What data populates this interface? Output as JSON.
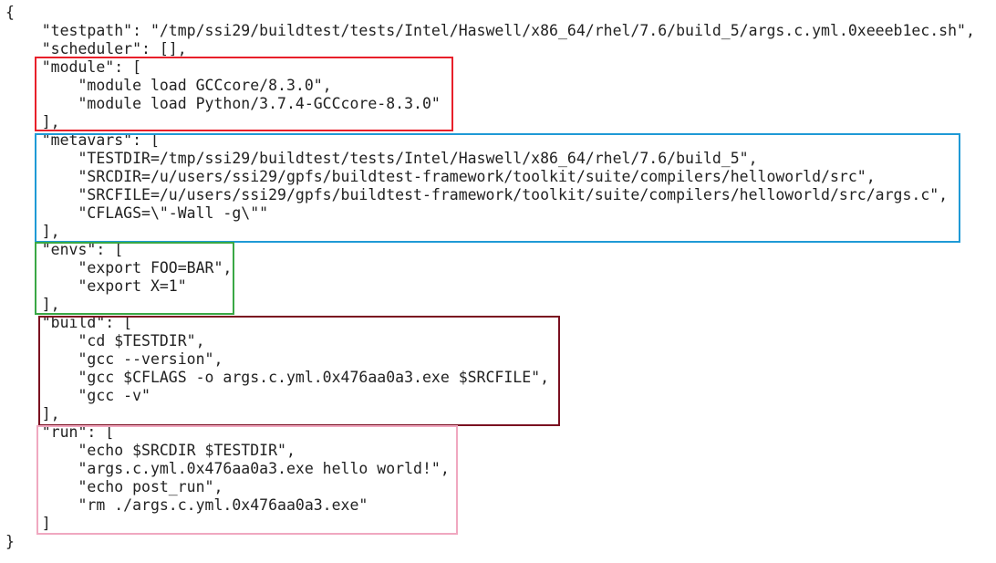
{
  "lines": [
    {
      "indent": "",
      "text": "{"
    },
    {
      "indent": "    ",
      "text": "\"testpath\": \"/tmp/ssi29/buildtest/tests/Intel/Haswell/x86_64/rhel/7.6/build_5/args.c.yml.0xeeeb1ec.sh\","
    },
    {
      "indent": "    ",
      "text": "\"scheduler\": [],"
    },
    {
      "indent": "    ",
      "text": "\"module\": ["
    },
    {
      "indent": "        ",
      "text": "\"module load GCCcore/8.3.0\","
    },
    {
      "indent": "        ",
      "text": "\"module load Python/3.7.4-GCCcore-8.3.0\""
    },
    {
      "indent": "    ",
      "text": "],"
    },
    {
      "indent": "    ",
      "text": "\"metavars\": ["
    },
    {
      "indent": "        ",
      "text": "\"TESTDIR=/tmp/ssi29/buildtest/tests/Intel/Haswell/x86_64/rhel/7.6/build_5\","
    },
    {
      "indent": "        ",
      "text": "\"SRCDIR=/u/users/ssi29/gpfs/buildtest-framework/toolkit/suite/compilers/helloworld/src\","
    },
    {
      "indent": "        ",
      "text": "\"SRCFILE=/u/users/ssi29/gpfs/buildtest-framework/toolkit/suite/compilers/helloworld/src/args.c\","
    },
    {
      "indent": "        ",
      "text": "\"CFLAGS=\\\"-Wall -g\\\"\""
    },
    {
      "indent": "    ",
      "text": "],"
    },
    {
      "indent": "    ",
      "text": "\"envs\": ["
    },
    {
      "indent": "        ",
      "text": "\"export FOO=BAR\","
    },
    {
      "indent": "        ",
      "text": "\"export X=1\""
    },
    {
      "indent": "    ",
      "text": "],"
    },
    {
      "indent": "    ",
      "text": "\"build\": ["
    },
    {
      "indent": "        ",
      "text": "\"cd $TESTDIR\","
    },
    {
      "indent": "        ",
      "text": "\"gcc --version\","
    },
    {
      "indent": "        ",
      "text": "\"gcc $CFLAGS -o args.c.yml.0x476aa0a3.exe $SRCFILE\","
    },
    {
      "indent": "        ",
      "text": "\"gcc -v\""
    },
    {
      "indent": "    ",
      "text": "],"
    },
    {
      "indent": "    ",
      "text": "\"run\": ["
    },
    {
      "indent": "        ",
      "text": "\"echo $SRCDIR $TESTDIR\","
    },
    {
      "indent": "        ",
      "text": "\"args.c.yml.0x476aa0a3.exe hello world!\","
    },
    {
      "indent": "        ",
      "text": "\"echo post_run\","
    },
    {
      "indent": "        ",
      "text": "\"rm ./args.c.yml.0x476aa0a3.exe\""
    },
    {
      "indent": "    ",
      "text": "]"
    },
    {
      "indent": "",
      "text": "}"
    }
  ],
  "highlights": {
    "module": {
      "color": "#e8202a"
    },
    "metavars": {
      "color": "#1f9ad6"
    },
    "envs": {
      "color": "#3aa845"
    },
    "build": {
      "color": "#7a1020"
    },
    "run": {
      "color": "#f0a8c0"
    }
  }
}
